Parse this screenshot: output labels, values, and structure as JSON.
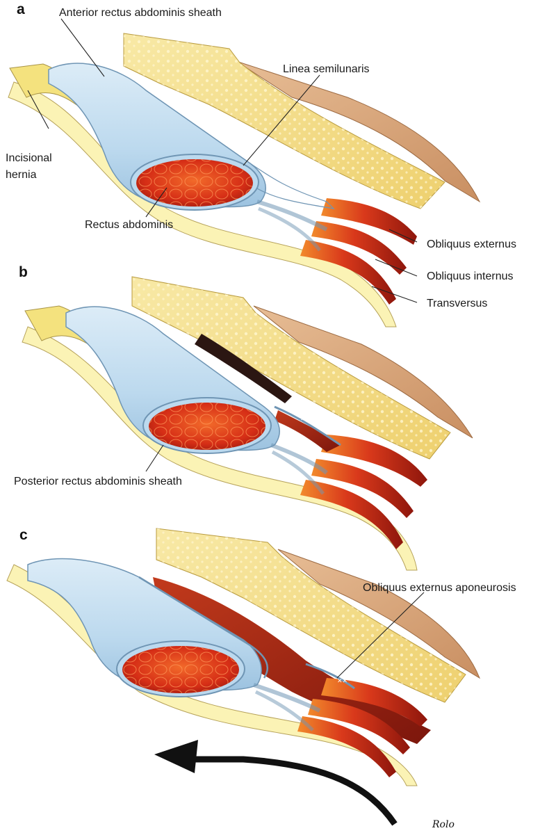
{
  "panels": [
    {
      "letter": "a"
    },
    {
      "letter": "b"
    },
    {
      "letter": "c"
    }
  ],
  "labels": {
    "anterior_sheath": "Anterior rectus abdominis sheath",
    "incisional_hernia_1": "Incisional",
    "incisional_hernia_2": "hernia",
    "linea_semilunaris": "Linea semilunaris",
    "rectus_abdominis": "Rectus abdominis",
    "obliquus_externus": "Obliquus externus",
    "obliquus_internus": "Obliquus internus",
    "transversus": "Transversus",
    "posterior_sheath": "Posterior rectus abdominis sheath",
    "obliquus_externus_aponeurosis": "Obliquus externus aponeurosis"
  },
  "signature": "Rolo",
  "colors": {
    "fascia_blue": "#bcd9ee",
    "fascia_outline": "#6f95b4",
    "fat_yellow": "#f3dc86",
    "skin_tan": "#d9a67a",
    "muscle_red": "#d2311a",
    "muscle_orange": "#ef7a22",
    "peritoneum_yellow": "#fbf3b5",
    "arrow_black": "#111111"
  }
}
